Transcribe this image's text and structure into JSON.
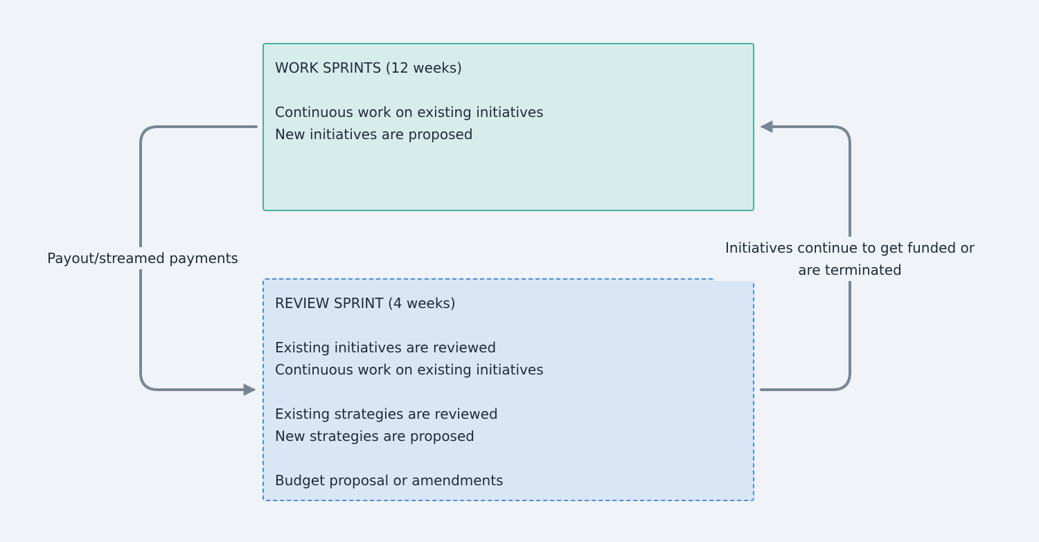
{
  "work_sprint": {
    "title": "WORK SPRINTS (12 weeks)",
    "lines": [
      "Continuous work on existing initiatives",
      "New initiatives are proposed"
    ]
  },
  "review_sprint": {
    "title": "REVIEW SPRINT (4 weeks)",
    "groups": [
      [
        "Existing initiatives are reviewed",
        "Continuous work on existing initiatives"
      ],
      [
        "Existing strategies are reviewed",
        "New strategies are proposed"
      ],
      [
        "Budget proposal or amendments"
      ]
    ]
  },
  "edges": {
    "left_label": "Payout/streamed payments",
    "right_label_line1": "Initiatives continue to get funded or",
    "right_label_line2": "are terminated"
  },
  "colors": {
    "background": "#f0f3f7",
    "work_fill": "#d7edec",
    "work_border": "#4cae9d",
    "review_fill": "#d9e6f5",
    "review_border": "#4e8ad6",
    "connector": "#7a8694",
    "text": "#1f2a37"
  }
}
